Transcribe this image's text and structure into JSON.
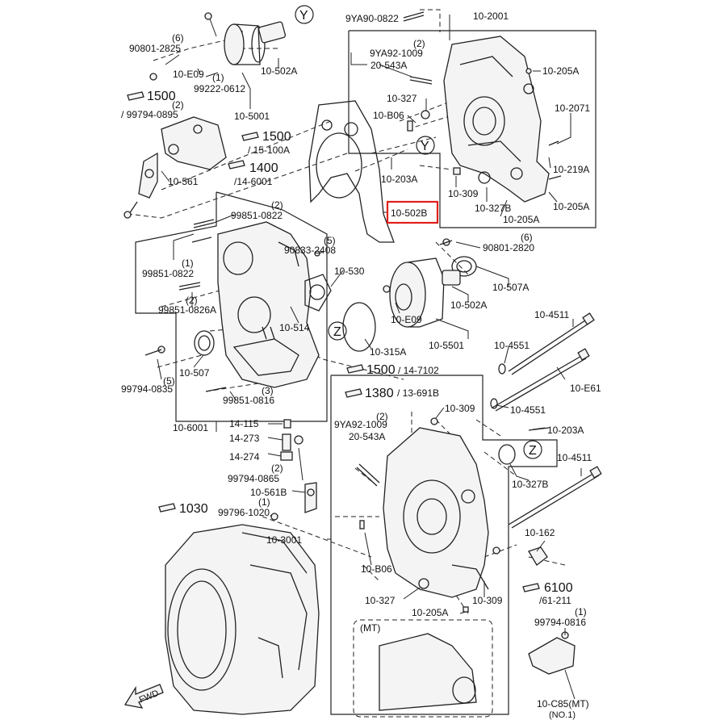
{
  "diagram": {
    "colors": {
      "highlight": "#e0201a",
      "line": "#222222"
    },
    "labels": {
      "p_10_2001": "10-2001",
      "p_9ya90_0822": "9YA90-0822",
      "p_9ya92_1009_a": "9YA92-1009",
      "p_20_543a_a": "20-543A",
      "p_2_a": "(2)",
      "p_10_205a_1": "10-205A",
      "p_10_327_a": "10-327",
      "p_10_b06_a": "10-B06",
      "p_10_2071": "10-2071",
      "p_10_219a": "10-219A",
      "p_10_309_a": "10-309",
      "p_10_327b_a": "10-327B",
      "p_10_205a_2": "10-205A",
      "p_10_205a_3": "10-205A",
      "p_10_203a_a": "10-203A",
      "p_10_502b": "10-502B",
      "p_90801_2825": "90801-2825",
      "p_6_a": "(6)",
      "p_10_e09_a": "10-E09",
      "p_1_a": "(1)",
      "p_99222_0612": "99222-0612",
      "p_10_502a_a": "10-502A",
      "p_10_5001": "10-5001",
      "ref_1500_a": "1500",
      "ref_99794_0895": "/ 99794-0895",
      "p_2_b": "(2)",
      "ref_1500_b": "1500",
      "ref_15_100a": "/ 15-100A",
      "ref_1400": "1400",
      "ref_14_6001": "/14-6001",
      "p_10_561": "10-561",
      "p_99851_0822_a": "99851-0822",
      "p_2_c": "(2)",
      "p_99851_0822_b": "99851-0822",
      "p_1_b": "(1)",
      "p_99851_0826a": "99851-0826A",
      "p_2_d": "(2)",
      "p_90833_2408": "90833-2408",
      "p_5_a": "(5)",
      "p_10_530": "10-530",
      "p_10_514": "10-514",
      "p_10_507_a": "10-507",
      "p_99794_0835": "99794-0835",
      "p_5_b": "(5)",
      "p_99851_0816": "99851-0816",
      "p_3_a": "(3)",
      "p_10_6001": "10-6001",
      "p_90801_2820": "90801-2820",
      "p_6_b": "(6)",
      "p_10_507a": "10-507A",
      "p_10_502a_b": "10-502A",
      "p_10_e09_b": "10-E09",
      "p_10_5501": "10-5501",
      "p_10_315a": "10-315A",
      "marker_y_1": "Y",
      "marker_y_2": "Y",
      "marker_z_1": "Z",
      "marker_z_2": "Z",
      "ref_1500_c": "1500",
      "ref_14_7102": "/ 14-7102",
      "p_10_4511_a": "10-4511",
      "p_10_4551_a": "10-4551",
      "p_10_e61": "10-E61",
      "p_10_4551_b": "10-4551",
      "ref_1380": "1380",
      "ref_13_691b": "/ 13-691B",
      "p_10_309_b": "10-309",
      "p_2_e": "(2)",
      "p_9ya92_1009_b": "9YA92-1009",
      "p_20_543a_b": "20-543A",
      "p_10_203a_b": "10-203A",
      "p_14_115": "14-115",
      "p_14_273": "14-273",
      "p_14_274": "14-274",
      "p_2_f": "(2)",
      "p_99794_0865": "99794-0865",
      "p_10_561b": "10-561B",
      "p_10_4511_b": "10-4511",
      "p_10_327b_b": "10-327B",
      "ref_1030": "1030",
      "p_1_c": "(1)",
      "p_99796_1020": "99796-1020",
      "p_10_3001": "10-3001",
      "p_10_162": "10-162",
      "p_10_b06_b": "10-B06",
      "ref_6100": "6100",
      "ref_61_211": "/61-211",
      "p_10_327_b": "10-327",
      "p_10_309_c": "10-309",
      "p_1_d": "(1)",
      "p_99794_0816": "99794-0816",
      "p_10_205a_4": "10-205A",
      "mt_label": "(MT)",
      "p_10_c85": "10-C85(MT)",
      "p_no1": "(NO.1)",
      "fwd_label": "FWD"
    }
  }
}
